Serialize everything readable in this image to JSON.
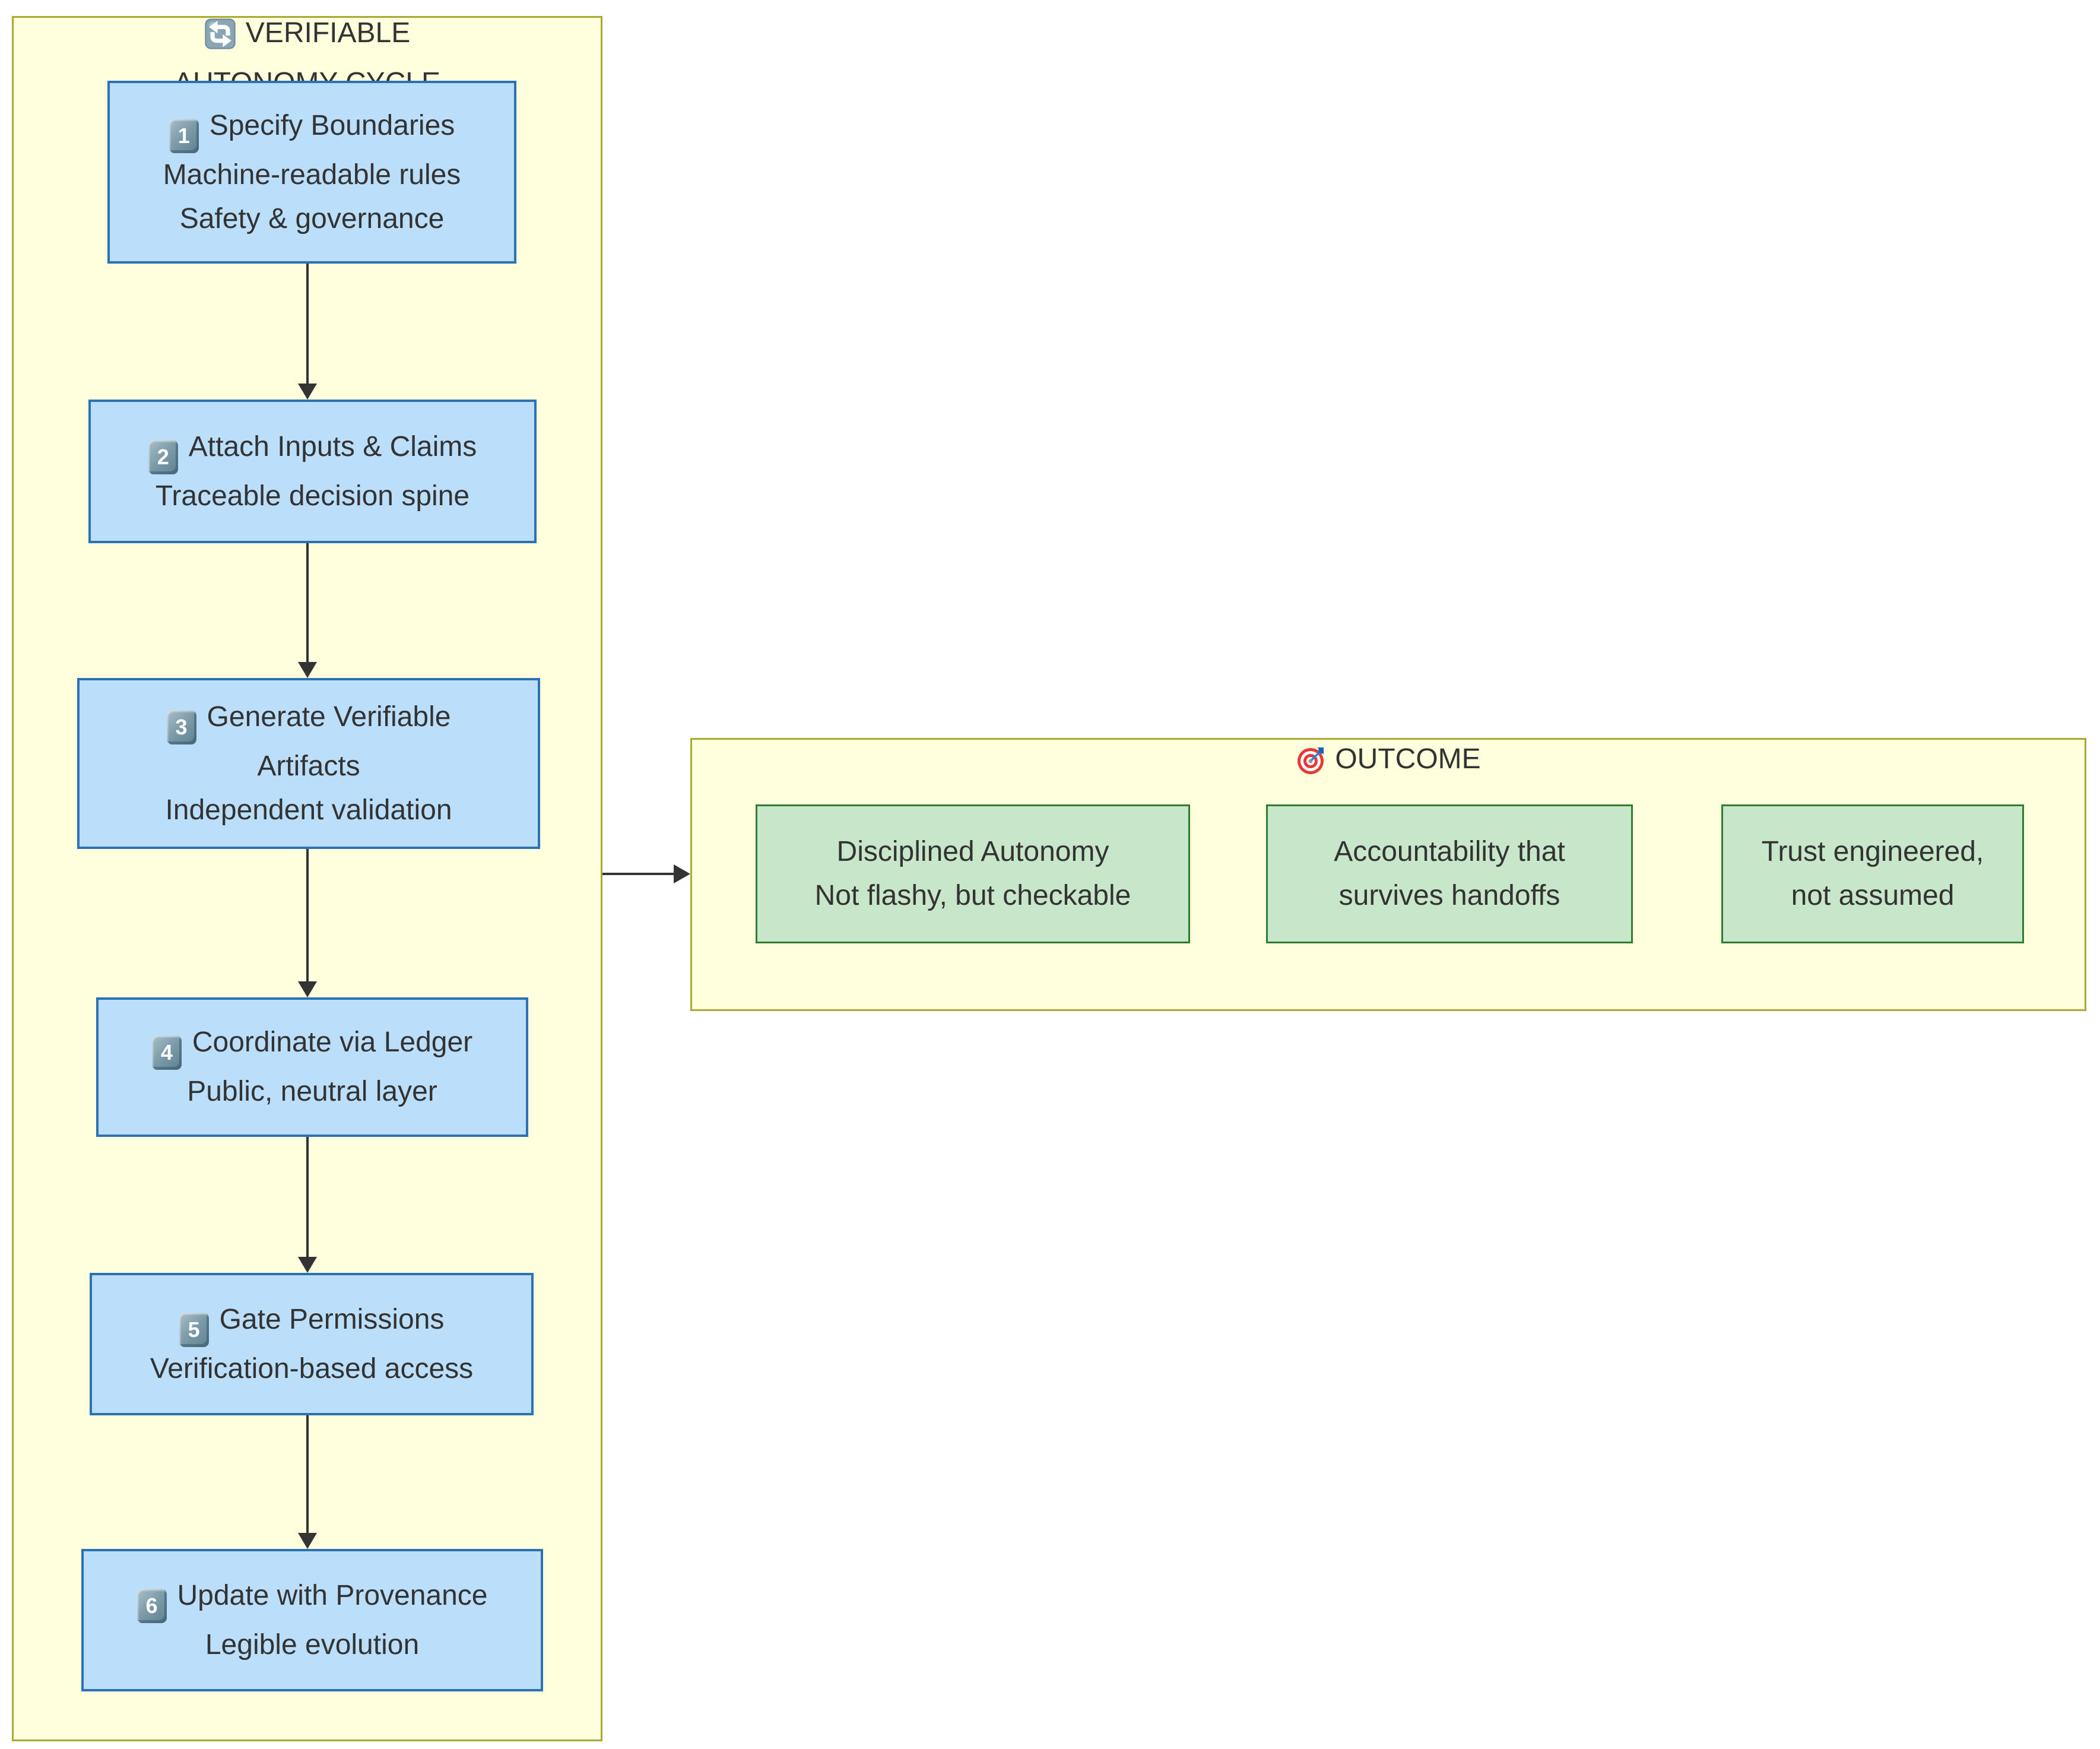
{
  "diagram": {
    "type": "flowchart",
    "background": "#ffffff"
  },
  "colors": {
    "cluster_fill": "#ffffde",
    "cluster_border": "#aaaa33",
    "step_fill": "#bbdefb",
    "step_border": "#2a72b5",
    "outcome_fill": "#c8e6c9",
    "outcome_border": "#2e7d32",
    "text": "#333333",
    "edge": "#333333",
    "keycap_icon": "#7f9dab",
    "target_icon_red": "#e53935",
    "target_icon_dart_blue": "#1e88e5"
  },
  "cycle": {
    "title_icon": "cycle-arrows-emoji",
    "title_line1": "VERIFIABLE",
    "title_line2": "AUTONOMY CYCLE",
    "steps": [
      {
        "keycap": "1",
        "line1": "Specify Boundaries",
        "rest": [
          "Machine-readable rules",
          "Safety & governance"
        ]
      },
      {
        "keycap": "2",
        "line1": "Attach Inputs & Claims",
        "rest": [
          "Traceable decision spine"
        ]
      },
      {
        "keycap": "3",
        "line1": "Generate Verifiable",
        "rest": [
          "Artifacts",
          "Independent validation"
        ]
      },
      {
        "keycap": "4",
        "line1": "Coordinate via Ledger",
        "rest": [
          "Public, neutral layer"
        ]
      },
      {
        "keycap": "5",
        "line1": "Gate Permissions",
        "rest": [
          "Verification-based access"
        ]
      },
      {
        "keycap": "6",
        "line1": "Update with Provenance",
        "rest": [
          "Legible evolution"
        ]
      }
    ]
  },
  "outcome": {
    "title_icon": "target-emoji",
    "title": "OUTCOME",
    "boxes": [
      {
        "lines": [
          "Disciplined Autonomy",
          "Not flashy, but checkable"
        ]
      },
      {
        "lines": [
          "Accountability that",
          "survives handoffs"
        ]
      },
      {
        "lines": [
          "Trust engineered,",
          "not assumed"
        ]
      }
    ]
  },
  "edges": [
    "step1->step2",
    "step2->step3",
    "step3->step4",
    "step4->step5",
    "step5->step6",
    "cycle->outcome"
  ]
}
